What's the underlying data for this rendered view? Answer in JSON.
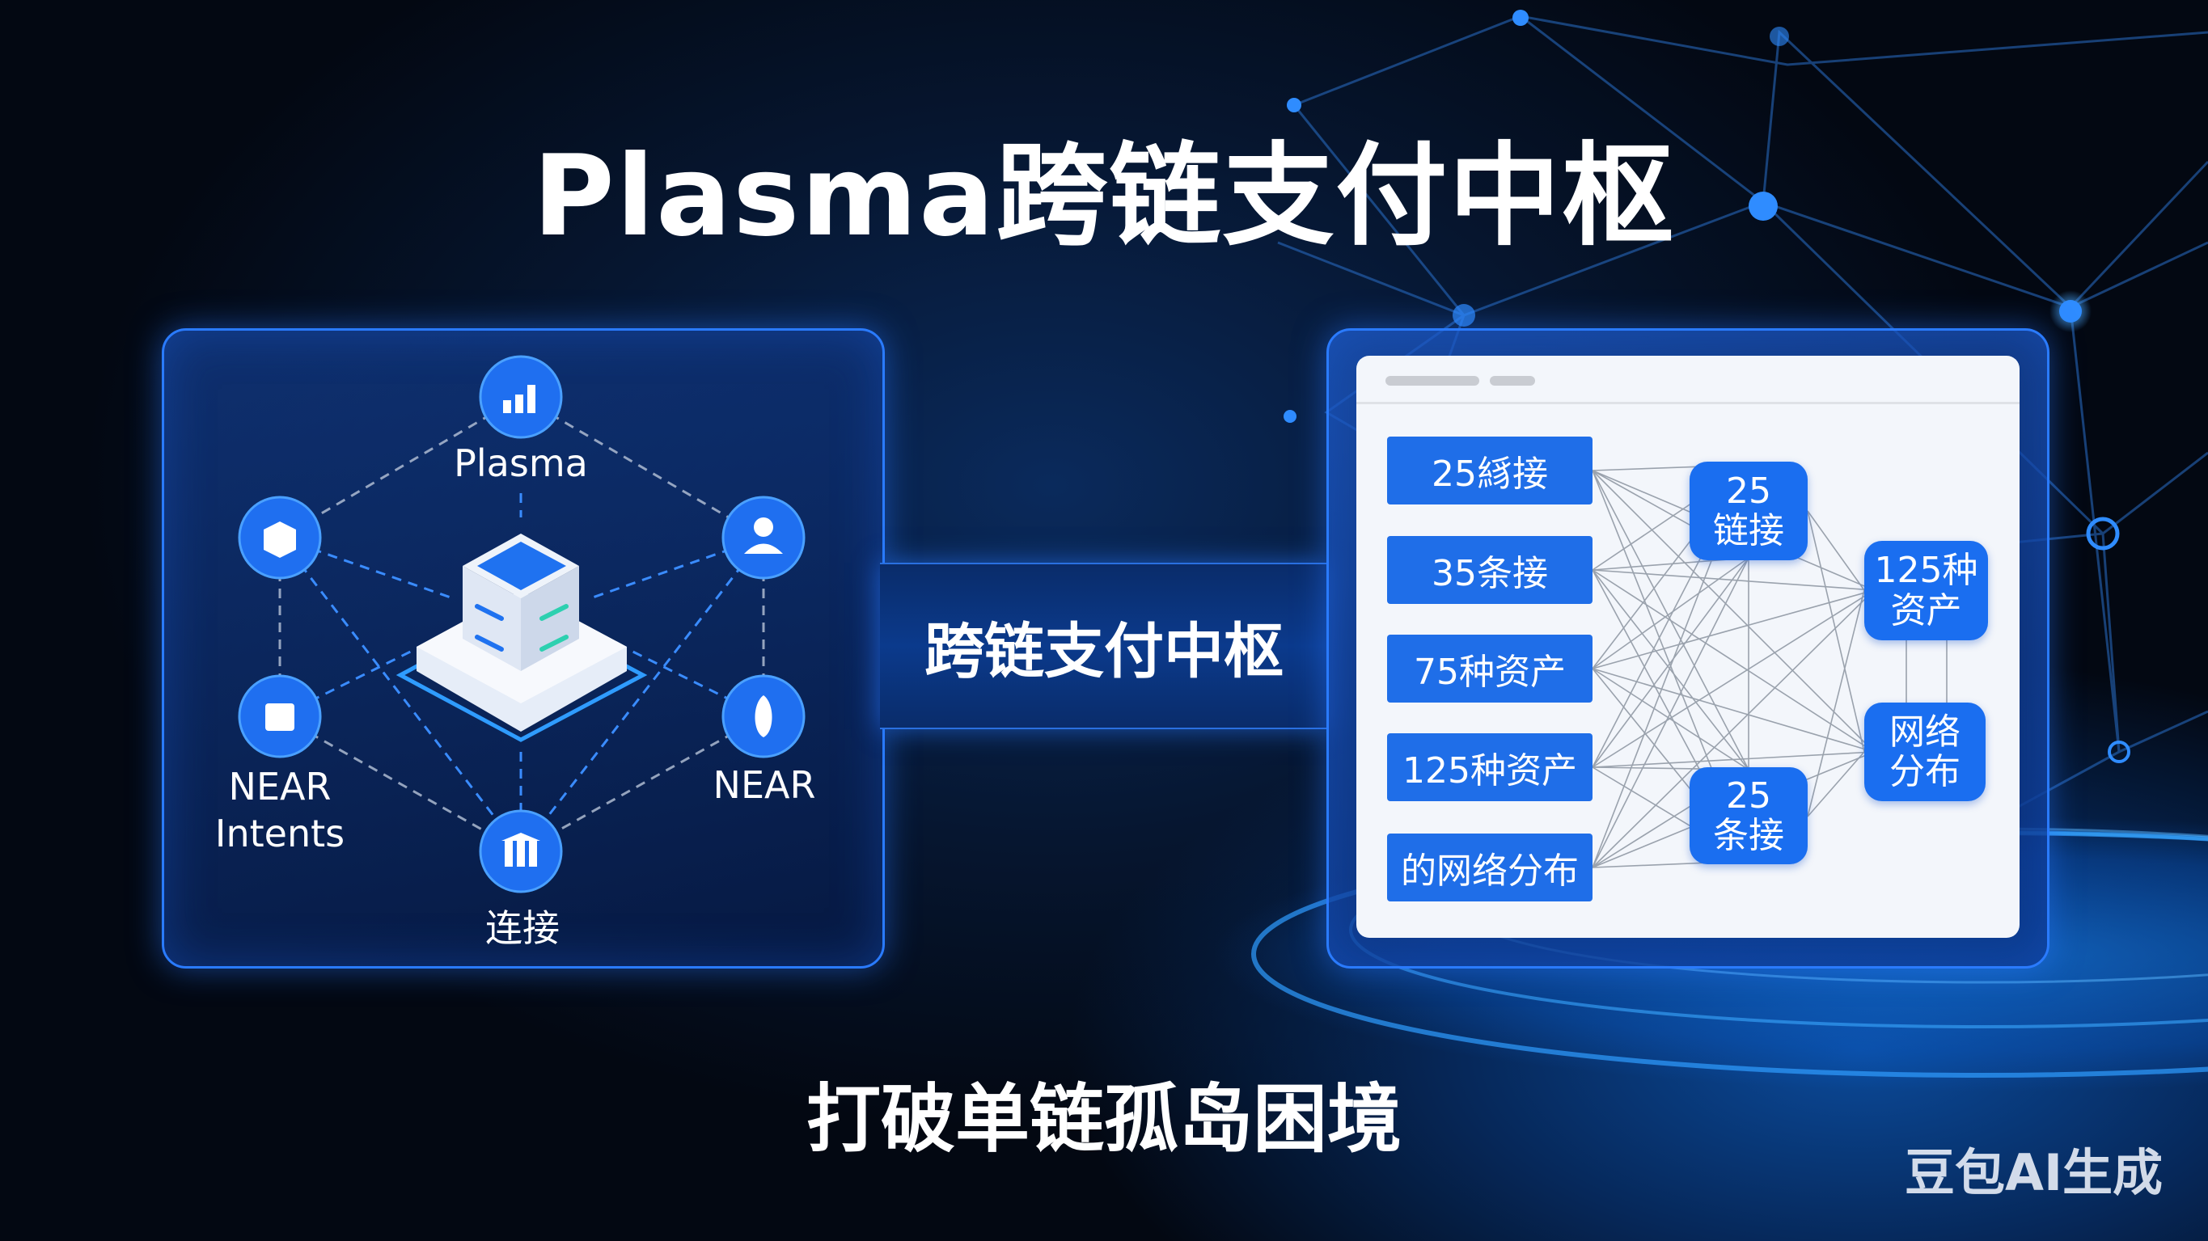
{
  "title": "Plasma跨链支付中枢",
  "subtitle": "打破单链孤岛困境",
  "watermark": "豆包AI生成",
  "banner": {
    "label": "跨链支付中枢"
  },
  "left_panel": {
    "nodes": [
      {
        "label": "Plasma",
        "icon": "bar-chart-icon"
      },
      {
        "label": "",
        "icon": "box-icon"
      },
      {
        "label": "",
        "icon": "user-icon"
      },
      {
        "label_line1": "NEAR",
        "label_line2": "Intents",
        "icon": "package-icon"
      },
      {
        "label": "NEAR",
        "icon": "swirl-icon"
      },
      {
        "label": "连接",
        "icon": "columns-icon"
      }
    ],
    "center_icon": "server-stack-icon"
  },
  "right_panel": {
    "left_boxes": [
      "25絼接",
      "35条接",
      "75种资产",
      "125种资产",
      "的网络分布"
    ],
    "mid_nodes": [
      {
        "l1": "25",
        "l2": "链接"
      },
      {
        "l1": "25",
        "l2": "条接"
      }
    ],
    "right_nodes": [
      {
        "l1": "125种",
        "l2": "资产"
      },
      {
        "l1": "网络",
        "l2": "分布"
      }
    ]
  },
  "colors": {
    "accent": "#1f6ee8",
    "background": "#061630",
    "panel_border": "#2a7bff"
  }
}
